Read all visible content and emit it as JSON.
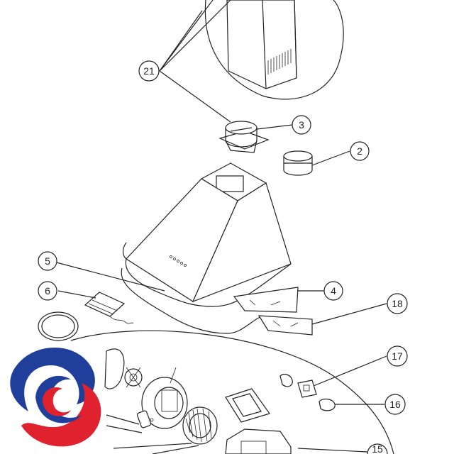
{
  "callouts": [
    {
      "id": "c21",
      "label": "21"
    },
    {
      "id": "c3",
      "label": "3"
    },
    {
      "id": "c2",
      "label": "2"
    },
    {
      "id": "c5",
      "label": "5"
    },
    {
      "id": "c6",
      "label": "6"
    },
    {
      "id": "c4",
      "label": "4"
    },
    {
      "id": "c18",
      "label": "18"
    },
    {
      "id": "c17",
      "label": "17"
    },
    {
      "id": "c16",
      "label": "16"
    },
    {
      "id": "c15",
      "label": "15"
    }
  ],
  "colors": {
    "line": "#222222",
    "logo_blue": "#1f3f9a",
    "logo_red": "#e0212e"
  },
  "icons": {
    "logo": "brand-swirl-logo"
  }
}
